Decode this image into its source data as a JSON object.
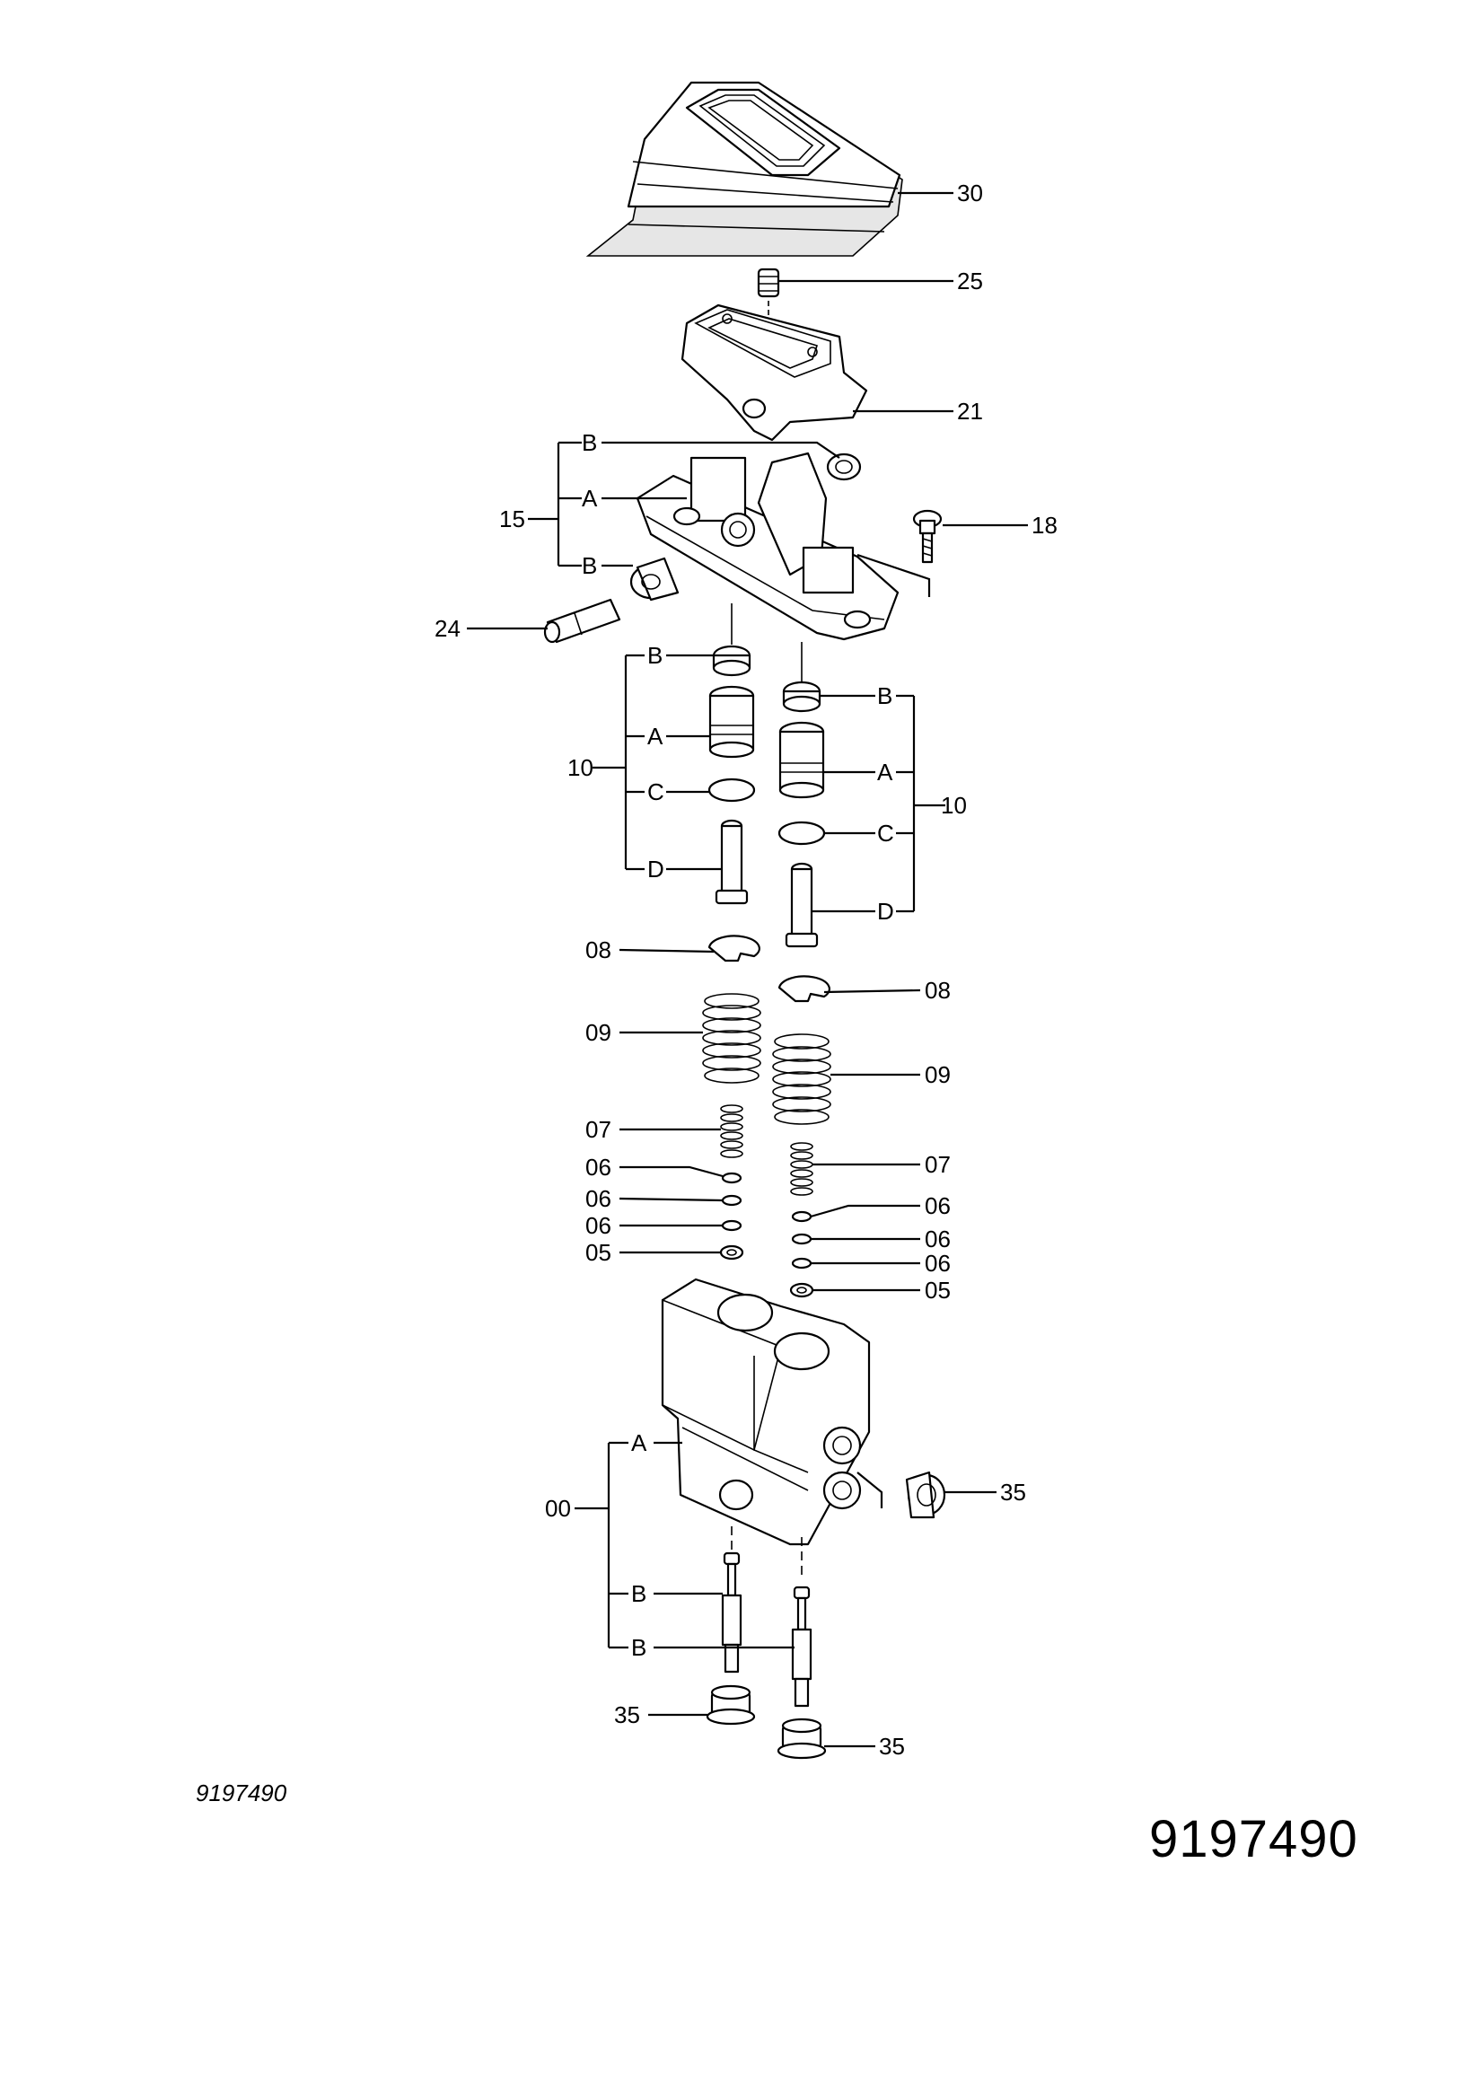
{
  "labels": {
    "p30": "30",
    "p25": "25",
    "p21": "21",
    "p18": "18",
    "p24": "24",
    "p15": "15",
    "p15A": "A",
    "p15B1": "B",
    "p15B2": "B",
    "p10L": "10",
    "p10LB": "B",
    "p10LA": "A",
    "p10LC": "C",
    "p10LD": "D",
    "p10R": "10",
    "p10RB": "B",
    "p10RA": "A",
    "p10RC": "C",
    "p10RD": "D",
    "p08L": "08",
    "p08R": "08",
    "p09L": "09",
    "p09R": "09",
    "p07L": "07",
    "p07R": "07",
    "p06L1": "06",
    "p06L2": "06",
    "p06L3": "06",
    "p06R1": "06",
    "p06R2": "06",
    "p06R3": "06",
    "p05L": "05",
    "p05R": "05",
    "p00": "00",
    "p00A": "A",
    "p00B1": "B",
    "p00B2": "B",
    "p35R": "35",
    "p35BL": "35",
    "p35BR": "35"
  },
  "drawing_number_small": "9197490",
  "drawing_number_large": "9197490"
}
